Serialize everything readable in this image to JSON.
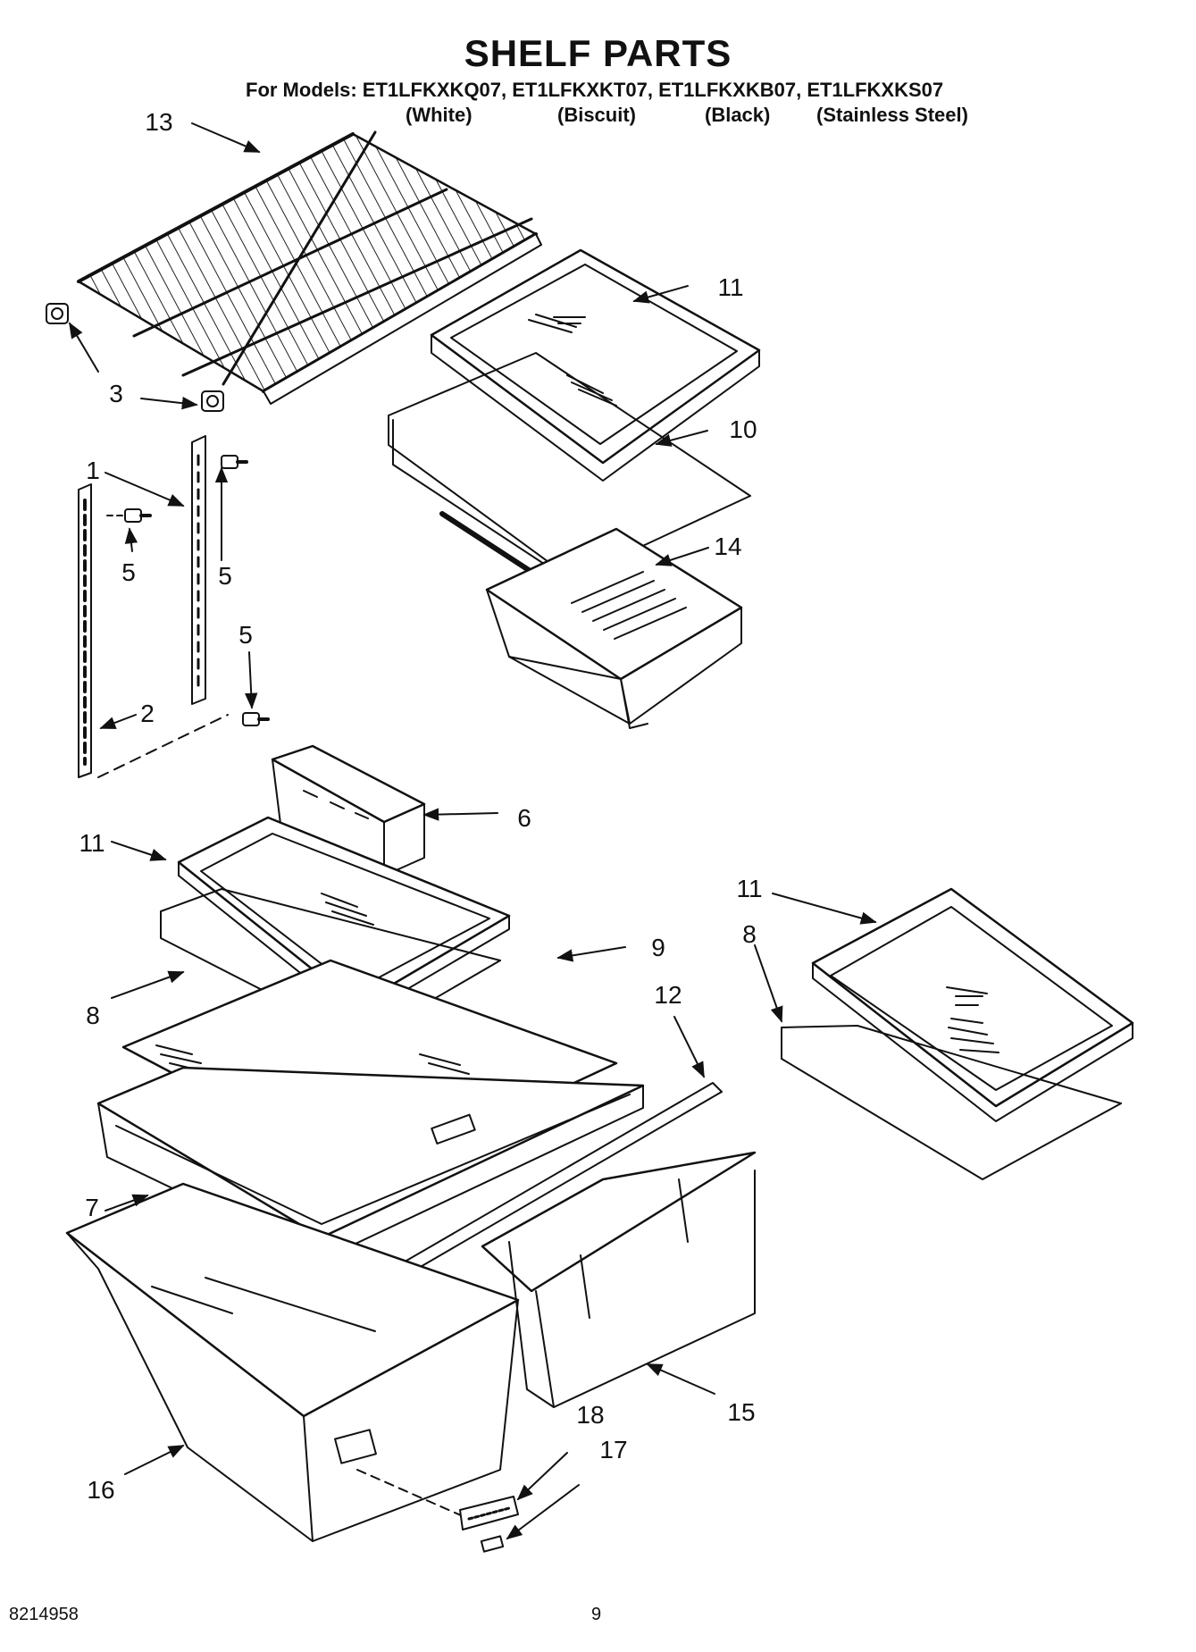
{
  "header": {
    "title": "SHELF PARTS",
    "models": "For Models: ET1LFKXKQ07, ET1LFKXKT07, ET1LFKXKB07, ET1LFKXKS07",
    "variants": [
      "(White)",
      "(Biscuit)",
      "(Black)",
      "(Stainless Steel)"
    ]
  },
  "callouts": [
    "13",
    "3",
    "3",
    "11",
    "10",
    "1",
    "5",
    "5",
    "5",
    "14",
    "2",
    "6",
    "11",
    "9",
    "11",
    "8",
    "8",
    "12",
    "7",
    "15",
    "18",
    "17",
    "16"
  ],
  "footer": {
    "doc_number": "8214958",
    "page": "9"
  }
}
